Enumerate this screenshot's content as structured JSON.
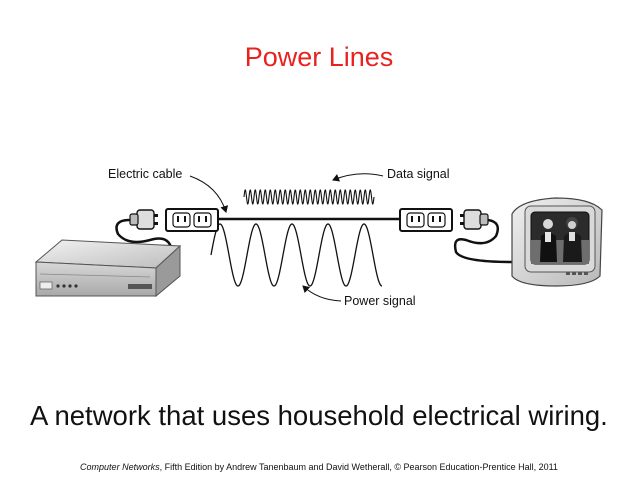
{
  "slide": {
    "title": "Power Lines",
    "caption": "A network that uses household electrical wiring."
  },
  "diagram": {
    "labels": {
      "electric_cable": "Electric cable",
      "data_signal": "Data signal",
      "power_signal": "Power signal"
    }
  },
  "credit": {
    "book": "Computer Networks",
    "rest": ", Fifth Edition by Andrew Tanenbaum and David Wetherall, © Pearson Education-Prentice Hall, 2011"
  },
  "colors": {
    "title": "#e8231f",
    "text": "#111111"
  }
}
